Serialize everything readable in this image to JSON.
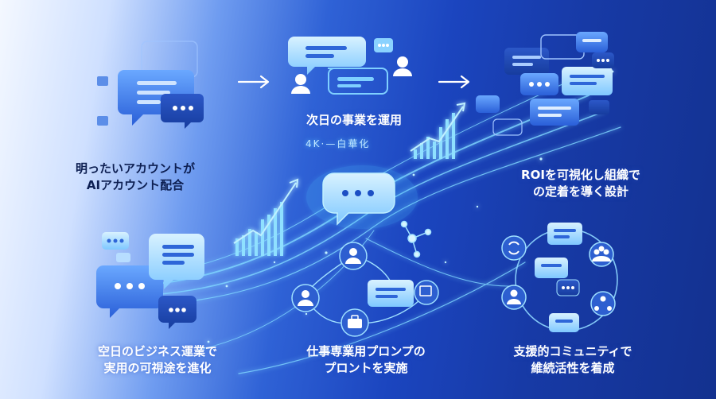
{
  "steps": [
    {
      "line1": "明ったいアカウントが",
      "line2": "AIアカウント配合"
    },
    {
      "line1": "次日の事業を運用",
      "line2": ""
    },
    {
      "line1": "ROIを可視化し組織で",
      "line2": "の定着を導く設計"
    },
    {
      "line1": "空日のビジネス運業で",
      "line2": "実用の可視途を進化"
    },
    {
      "line1": "仕事専業用プロンプの",
      "line2": "プロントを実施"
    },
    {
      "line1": "支援的コミュニティで",
      "line2": "維続活性を着成"
    }
  ],
  "hub_label": "4K·—白華化",
  "colors": {
    "accent": "#4fc3ff",
    "bubble": "#3f7ff0",
    "text_dark": "#0d1f52"
  }
}
